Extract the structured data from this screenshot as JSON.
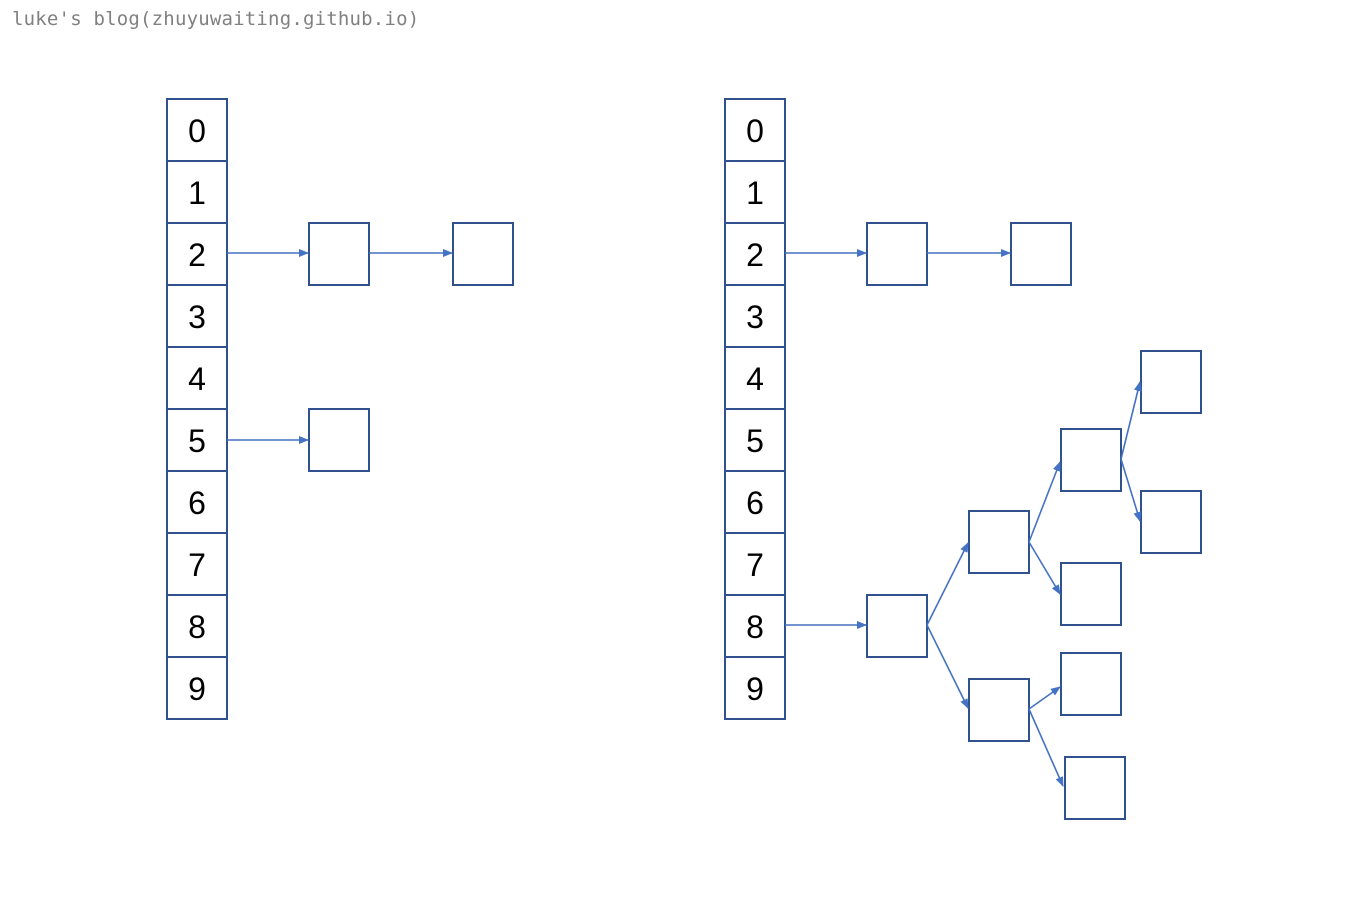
{
  "watermark": "luke's blog(zhuyuwaiting.github.io)",
  "colors": {
    "box_border": "#2f528f",
    "arrow": "#4472c4",
    "text": "#000000",
    "watermark": "#808080"
  },
  "left_table": {
    "indices": [
      "0",
      "1",
      "2",
      "3",
      "4",
      "5",
      "6",
      "7",
      "8",
      "9"
    ]
  },
  "right_table": {
    "indices": [
      "0",
      "1",
      "2",
      "3",
      "4",
      "5",
      "6",
      "7",
      "8",
      "9"
    ]
  }
}
